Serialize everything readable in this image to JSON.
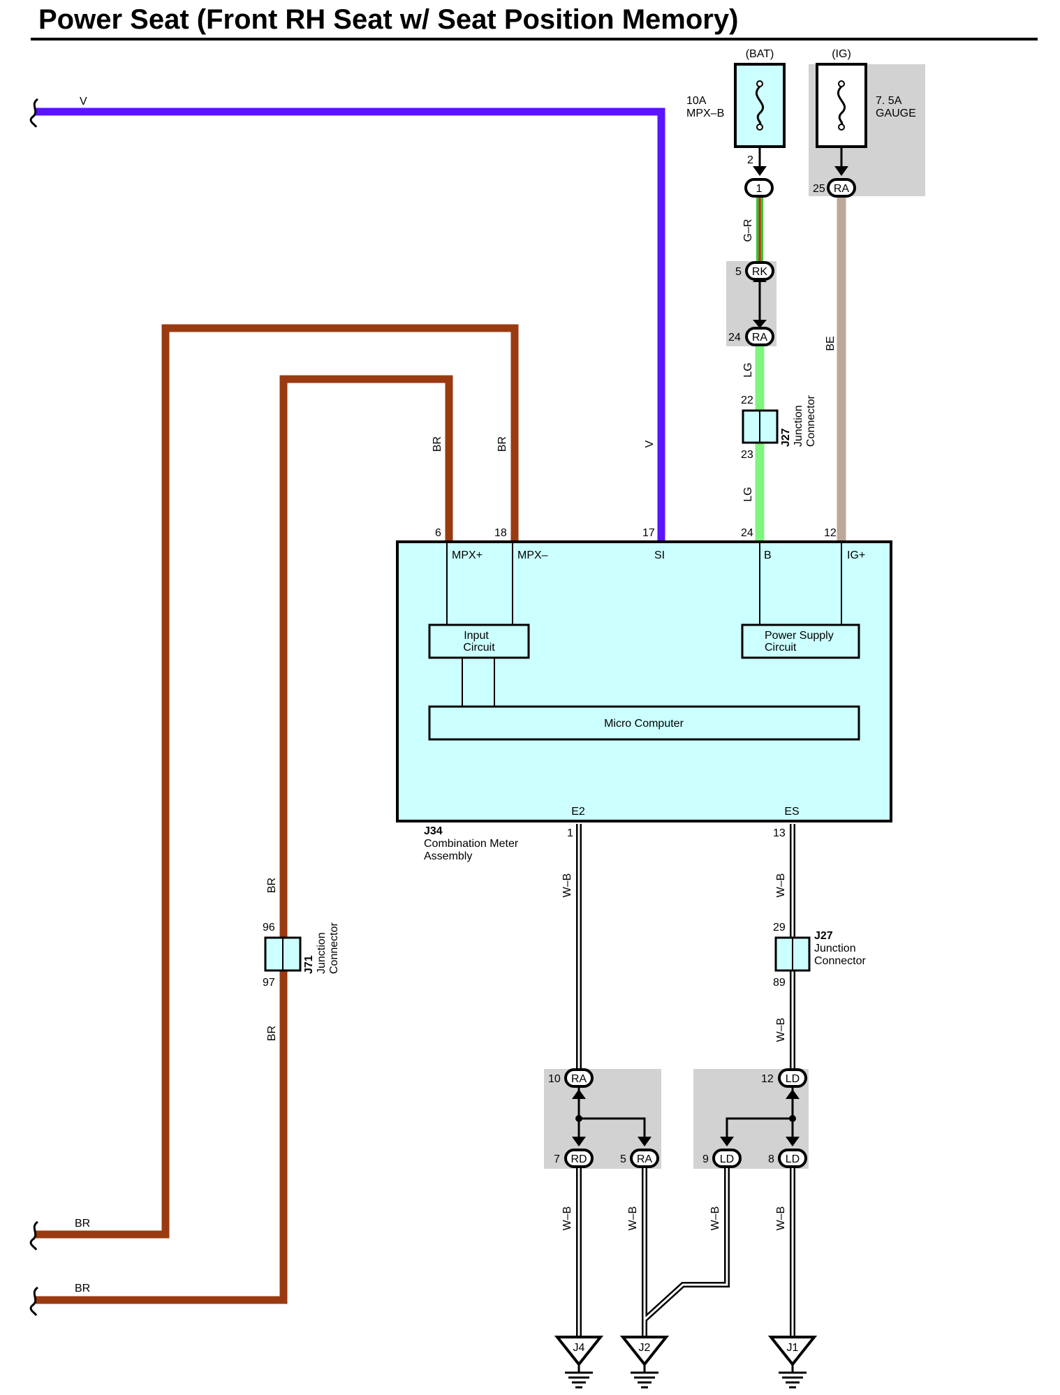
{
  "title": "Power Seat (Front RH Seat w/ Seat Position Memory)",
  "colors": {
    "violet": "#5a14ff",
    "brown": "#9a3a10",
    "light_green": "#7ff57f",
    "green_red": "#33c833",
    "red_stripe": "#e01e1e",
    "beige": "#bba89a",
    "meter_fill": "#ccffff",
    "junction_fill": "#ccffff",
    "box_bg": "#d2d2d2"
  },
  "fuses": {
    "bat": {
      "source": "(BAT)",
      "rating": "10A",
      "name": "MPX–B"
    },
    "ig": {
      "source": "(IG)",
      "rating": "7. 5A",
      "name": "GAUGE"
    }
  },
  "wire_colors": {
    "v": "V",
    "br": "BR",
    "gr": "G–R",
    "lg": "LG",
    "be": "BE",
    "wb": "W–B"
  },
  "pins": {
    "p2": "2",
    "p1": "1",
    "p25": "25",
    "p5": "5",
    "p24": "24",
    "p22": "22",
    "p23": "23",
    "p6": "6",
    "p18": "18",
    "p17": "17",
    "p24b": "24",
    "p12": "12",
    "p1b": "1",
    "p13": "13",
    "p29": "29",
    "p89": "89",
    "p96": "96",
    "p97": "97",
    "p10": "10",
    "p7": "7",
    "p5b": "5",
    "p12b": "12",
    "p9": "9",
    "p8": "8"
  },
  "connectors": {
    "c1": "1",
    "ra25": "RA",
    "rk5": "RK",
    "ra24": "RA",
    "ra10": "RA",
    "rd7": "RD",
    "ra5": "RA",
    "ld12": "LD",
    "ld9": "LD",
    "ld8": "LD"
  },
  "meter": {
    "terminals": {
      "mpx_plus": "MPX+",
      "mpx_minus": "MPX–",
      "si": "SI",
      "b": "B",
      "ig_plus": "IG+",
      "e2": "E2",
      "es": "ES"
    },
    "input_circuit": [
      "Input",
      "Circuit"
    ],
    "power_supply_circuit": [
      "Power Supply",
      "Circuit"
    ],
    "micro_computer": "Micro Computer",
    "code": "J34",
    "name": [
      "Combination Meter",
      "Assembly"
    ]
  },
  "junctions": {
    "j27_top": {
      "code": "J27",
      "name": [
        "Junction",
        "Connector"
      ]
    },
    "j27_bottom": {
      "code": "J27",
      "name": [
        "Junction",
        "Connector"
      ]
    },
    "j71": {
      "code": "J71",
      "name": [
        "Junction",
        "Connector"
      ]
    }
  },
  "grounds": {
    "j4": "J4",
    "j2": "J2",
    "j1": "J1"
  }
}
